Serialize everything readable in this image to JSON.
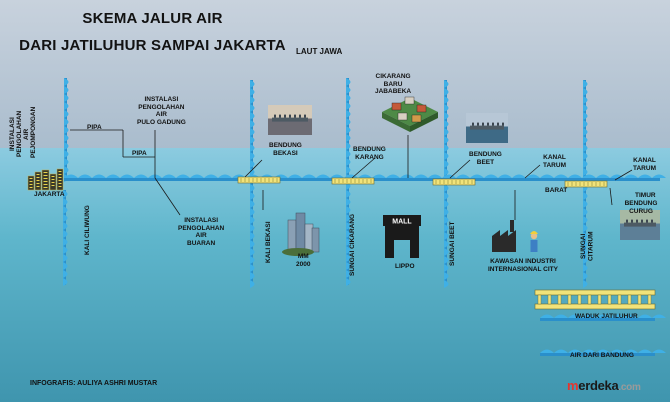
{
  "title": {
    "line1": "SKEMA JALUR AIR",
    "line2": "DARI JATILUHUR SAMPAI JAKARTA"
  },
  "labels": {
    "laut_jawa": "LAUT JAWA",
    "instalasi_pengolahan_pejompongan": "INSTALASI\nPENGOLAHAN\nAIR\nPEJOMPONGAN",
    "instalasi_pulo_gadung": "INSTALASI\nPENGOLAHAN\nAIR\nPULO GADUNG",
    "pipa_1": "PIPA",
    "pipa_2": "PIPA",
    "jakarta": "JAKARTA",
    "kali_cilliwung": "KALI CILIWUNG",
    "instalasi_buaran": "INSTALASI\nPENGOLAHAN\nAIR\nBUARAN",
    "bendung_bekasi": "BENDUNG\nBEKASI",
    "kali_bekasi": "KALI BEKASI",
    "mm_2000": "MM\n2000",
    "cikarang": "CIKARANG\nBARU\nJABABEKA",
    "bendung_karang": "BENDUNG\nKARANG",
    "sungai_cikarang": "SUNGAI CIKARANG",
    "lippo": "LIPPO",
    "mall": "MALL",
    "bendung_beet": "BENDUNG\nBEET",
    "sungai_beet": "SUNGAI BEET",
    "kanal_tarum_barat": "KANAL\nTARUM",
    "barat": "BARAT",
    "kawasan_industri": "KAWASAN INDUSTRI\nINTERNASIONAL CITY",
    "kanal_tarum_timur": "KANAL\nTARUM",
    "timur": "TIMUR",
    "bendung_curug": "BENDUNG CURUG",
    "sungai_citarum": "SUNGAI\nCITARUM",
    "waduk_jatiluhur": "WADUK JATILUHUR",
    "air_dari_bandung": "AIR DARI BANDUNG"
  },
  "credit": "INFOGRAFIS: AULIYA ASHRI MUSTAR",
  "logo": {
    "m": "m",
    "rest": "erdeka",
    "dot": ".com"
  },
  "colors": {
    "water": "#3fb0e6",
    "water_dark": "#2a8fcb",
    "water_light": "#6cc9f2",
    "dam": "#f2e37a",
    "sky": "#b9c8d6",
    "sea": "#5bb3c6"
  }
}
